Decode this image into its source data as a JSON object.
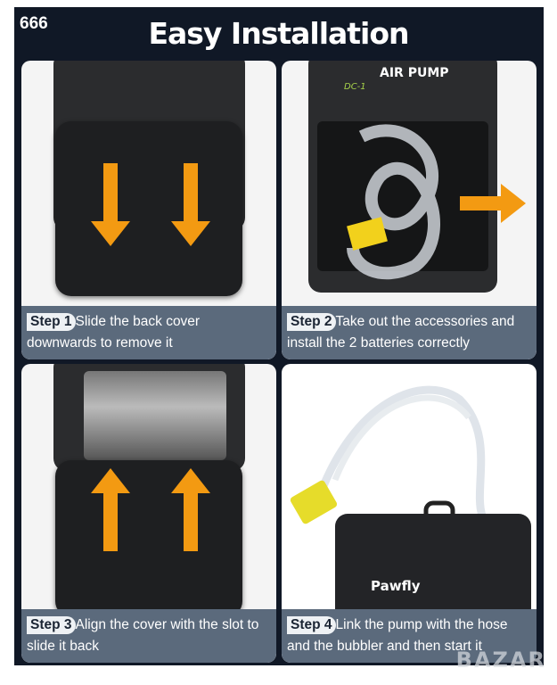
{
  "badge": "666",
  "title": "Easy Installation",
  "steps": [
    {
      "label": "Step 1",
      "text": "Slide the back cover downwards to remove it"
    },
    {
      "label": "Step 2",
      "text": "Take out the accessories and install the 2 batteries correctly"
    },
    {
      "label": "Step 3",
      "text": "Align the cover with the slot to slide it back"
    },
    {
      "label": "Step 4",
      "text": "Link the pump with the hose and the bubbler and then start it"
    }
  ],
  "device_labels": {
    "air_pump": "AIR PUMP",
    "model": "DC-1",
    "brand": "Pawfly"
  },
  "watermark": "BAZAR",
  "colors": {
    "arrow": "#f39a12",
    "frame": "#101826",
    "caption": "#5b6a7c"
  }
}
